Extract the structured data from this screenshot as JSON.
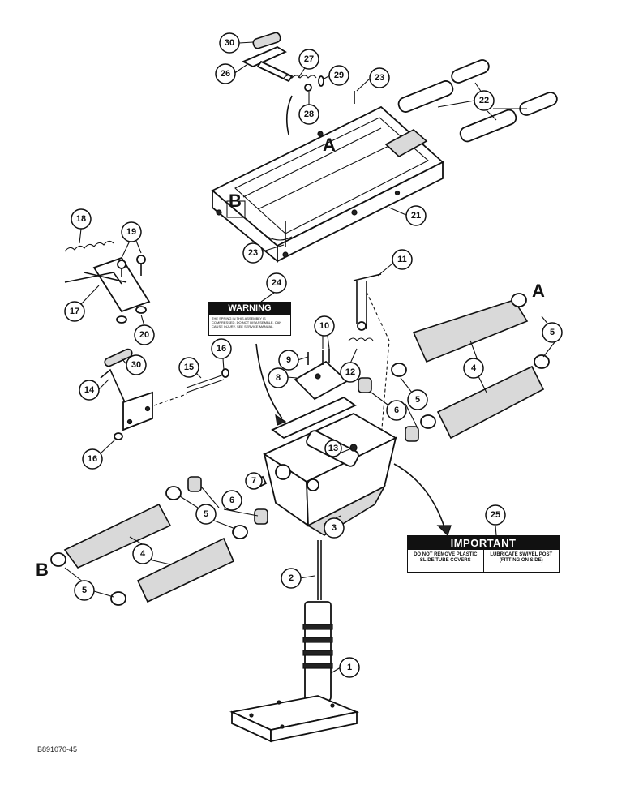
{
  "diagram": {
    "callouts": [
      "30",
      "26",
      "27",
      "29",
      "23",
      "28",
      "22",
      "21",
      "23",
      "18",
      "19",
      "17",
      "20",
      "11",
      "24",
      "10",
      "9",
      "8",
      "12",
      "14",
      "30",
      "15",
      "16",
      "16",
      "6",
      "5",
      "4",
      "5",
      "6",
      "7",
      "13",
      "3",
      "5",
      "6",
      "4",
      "5",
      "25",
      "2",
      "1"
    ],
    "view_letters": [
      "A",
      "B",
      "A",
      "B"
    ],
    "figure_code": "B891070-45"
  },
  "warning_decal": {
    "title": "WARNING",
    "text": "THE SPRING IN THIS ASSEMBLY IS COMPRESSED. DO NOT DISASSEMBLE. CAN CAUSE INJURY. SEE SERVICE MANUAL."
  },
  "important_decal": {
    "title": "IMPORTANT",
    "left": "DO NOT REMOVE PLASTIC SLIDE TUBE COVERS",
    "right": "LUBRICATE SWIVEL POST (FITTING ON SIDE)"
  }
}
